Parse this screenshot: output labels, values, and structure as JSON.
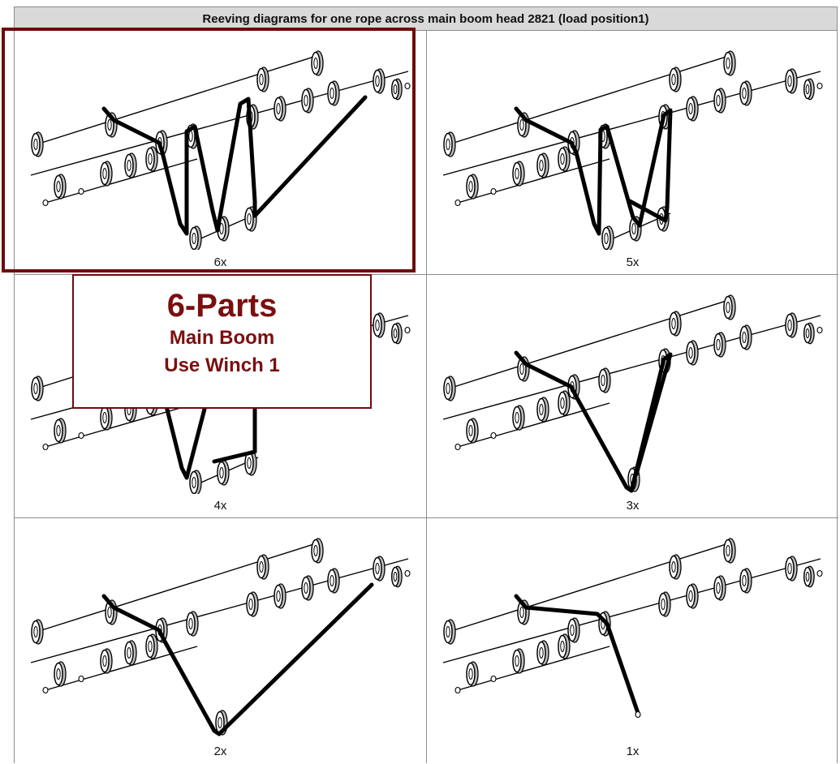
{
  "header": {
    "title": "Reeving diagrams for one rope across main boom head 2821 (load position1)"
  },
  "diagrams": [
    {
      "caption": "6x",
      "parts": 6
    },
    {
      "caption": "5x",
      "parts": 5
    },
    {
      "caption": "4x",
      "parts": 4
    },
    {
      "caption": "3x",
      "parts": 3
    },
    {
      "caption": "2x",
      "parts": 2
    },
    {
      "caption": "1x",
      "parts": 1
    }
  ],
  "selection": {
    "diagram": "6x"
  },
  "callout": {
    "title": "6-Parts",
    "line1": "Main Boom",
    "line2": "Use Winch 1"
  },
  "colors": {
    "accent": "#7b0f0f",
    "frame": "#6e0b0b",
    "header_bg": "#d9d9d9"
  }
}
